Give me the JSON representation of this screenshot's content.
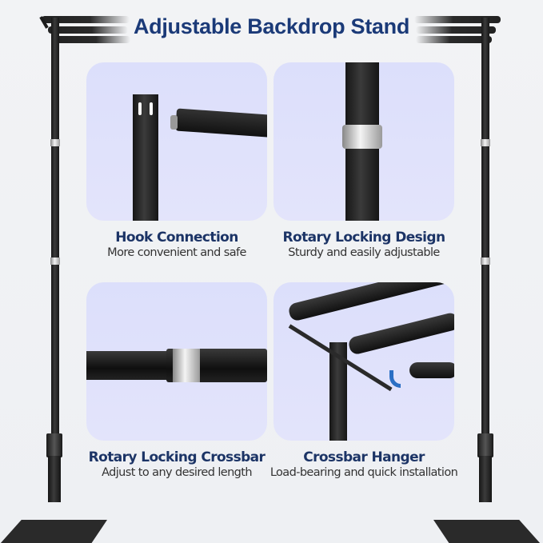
{
  "title": "Adjustable Backdrop Stand",
  "colors": {
    "title": "#1b3a78",
    "card_bg": "#dcdffb",
    "caption_heading": "#1c3466",
    "caption_sub": "#333333",
    "page_bg": "#f2f3f5",
    "arrow": "#2a6fc4"
  },
  "features": [
    {
      "heading": "Hook Connection",
      "subtitle": "More convenient and safe",
      "image": "pole-with-hook-slots"
    },
    {
      "heading": "Rotary Locking Design",
      "subtitle": "Sturdy and easily adjustable",
      "image": "pole-with-locking-ring"
    },
    {
      "heading": "Rotary Locking Crossbar",
      "subtitle": "Adjust to any desired length",
      "image": "horizontal-crossbar-with-lock"
    },
    {
      "heading": "Crossbar Hanger",
      "subtitle": "Load-bearing and quick installation",
      "image": "hanger-bracket-with-crossbars"
    }
  ]
}
